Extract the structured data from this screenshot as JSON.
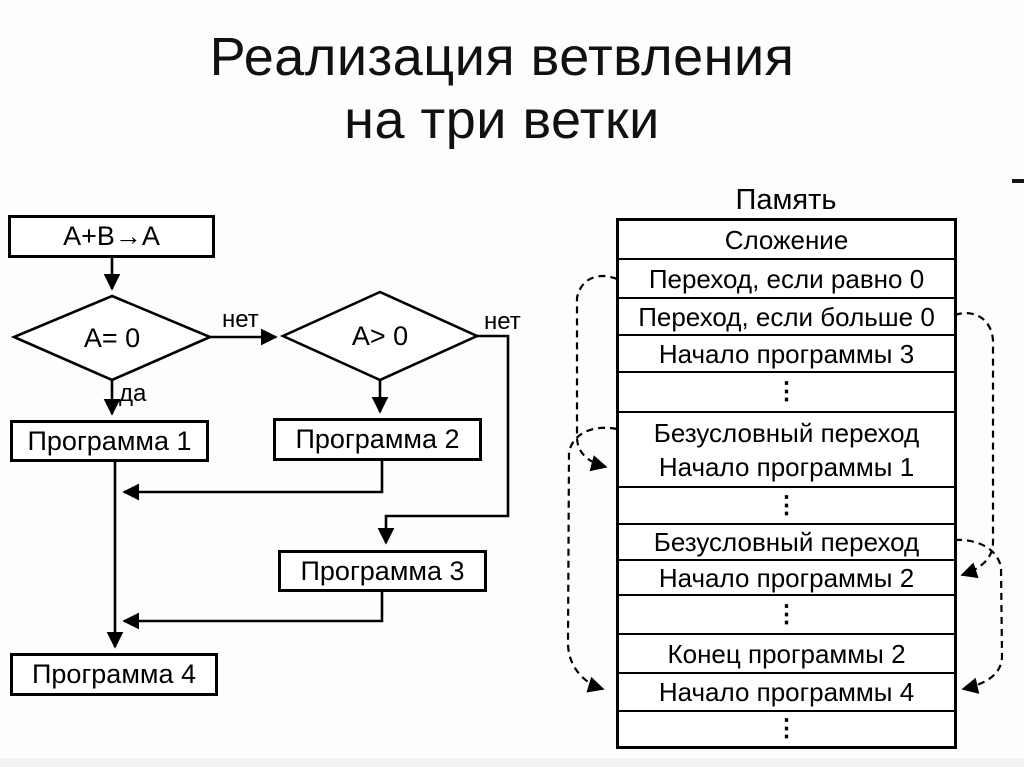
{
  "title": {
    "line1": "Реализация ветвления",
    "line2": "на три ветки"
  },
  "flowchart": {
    "start": "А+В→А",
    "decision1": "А= 0",
    "decision2": "А> 0",
    "yes": "да",
    "no1": "нет",
    "no2": "нет",
    "program1": "Программа 1",
    "program2": "Программа 2",
    "program3": "Программа 3",
    "program4": "Программа 4"
  },
  "memory": {
    "header": "Память",
    "rows": [
      {
        "line1": "Сложение"
      },
      {
        "line1": "Переход, если равно 0"
      },
      {
        "line1": "Переход, если больше 0"
      },
      {
        "line1": "Начало программы 3"
      },
      {
        "line1": "⋮"
      },
      {
        "line1": "Безусловный переход",
        "line2": "Начало программы 1"
      },
      {
        "line1": "⋮"
      },
      {
        "line1": "Безусловный переход"
      },
      {
        "line1": "Начало программы 2"
      },
      {
        "line1": "⋮"
      },
      {
        "line1": "Конец программы 2"
      },
      {
        "line1": "Начало программы 4"
      },
      {
        "line1": "⋮"
      }
    ]
  }
}
